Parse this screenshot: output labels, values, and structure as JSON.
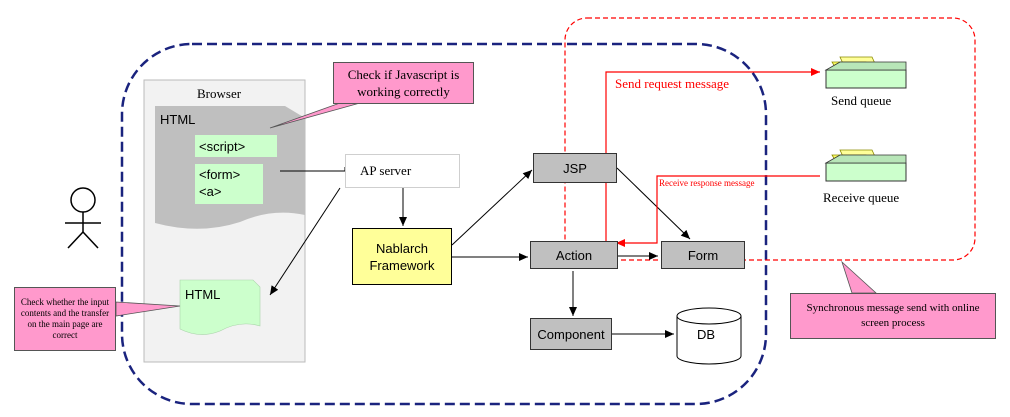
{
  "browser": {
    "label": "Browser",
    "html_label": "HTML",
    "script_tag": "<script>",
    "form_tag": "<form>",
    "a_tag": "<a>",
    "html2_label": "HTML"
  },
  "ap_server": "AP server",
  "framework": {
    "line1": "Nablarch",
    "line2": "Framework"
  },
  "jsp": "JSP",
  "action": "Action",
  "form": "Form",
  "component": "Component",
  "db": "DB",
  "send_queue": "Send queue",
  "receive_queue": "Receive queue",
  "send_request": "Send request message",
  "receive_response": "Receive response message",
  "callout_js": {
    "line1": "Check if Javascript is",
    "line2": "working correctly"
  },
  "callout_check": {
    "line1": "Check whether the input",
    "line2": "contents and the transfer",
    "line3": "on the main page are",
    "line4": "correct"
  },
  "callout_sync": {
    "line1": "Synchronous message send with online",
    "line2": "screen process"
  },
  "colors": {
    "navy": "#1a237e",
    "red": "#ff0000",
    "pink": "#ff99cc",
    "framework_yellow": "#ffff99",
    "box_gray": "#c0c0c0",
    "html_green": "#ccffcc"
  }
}
